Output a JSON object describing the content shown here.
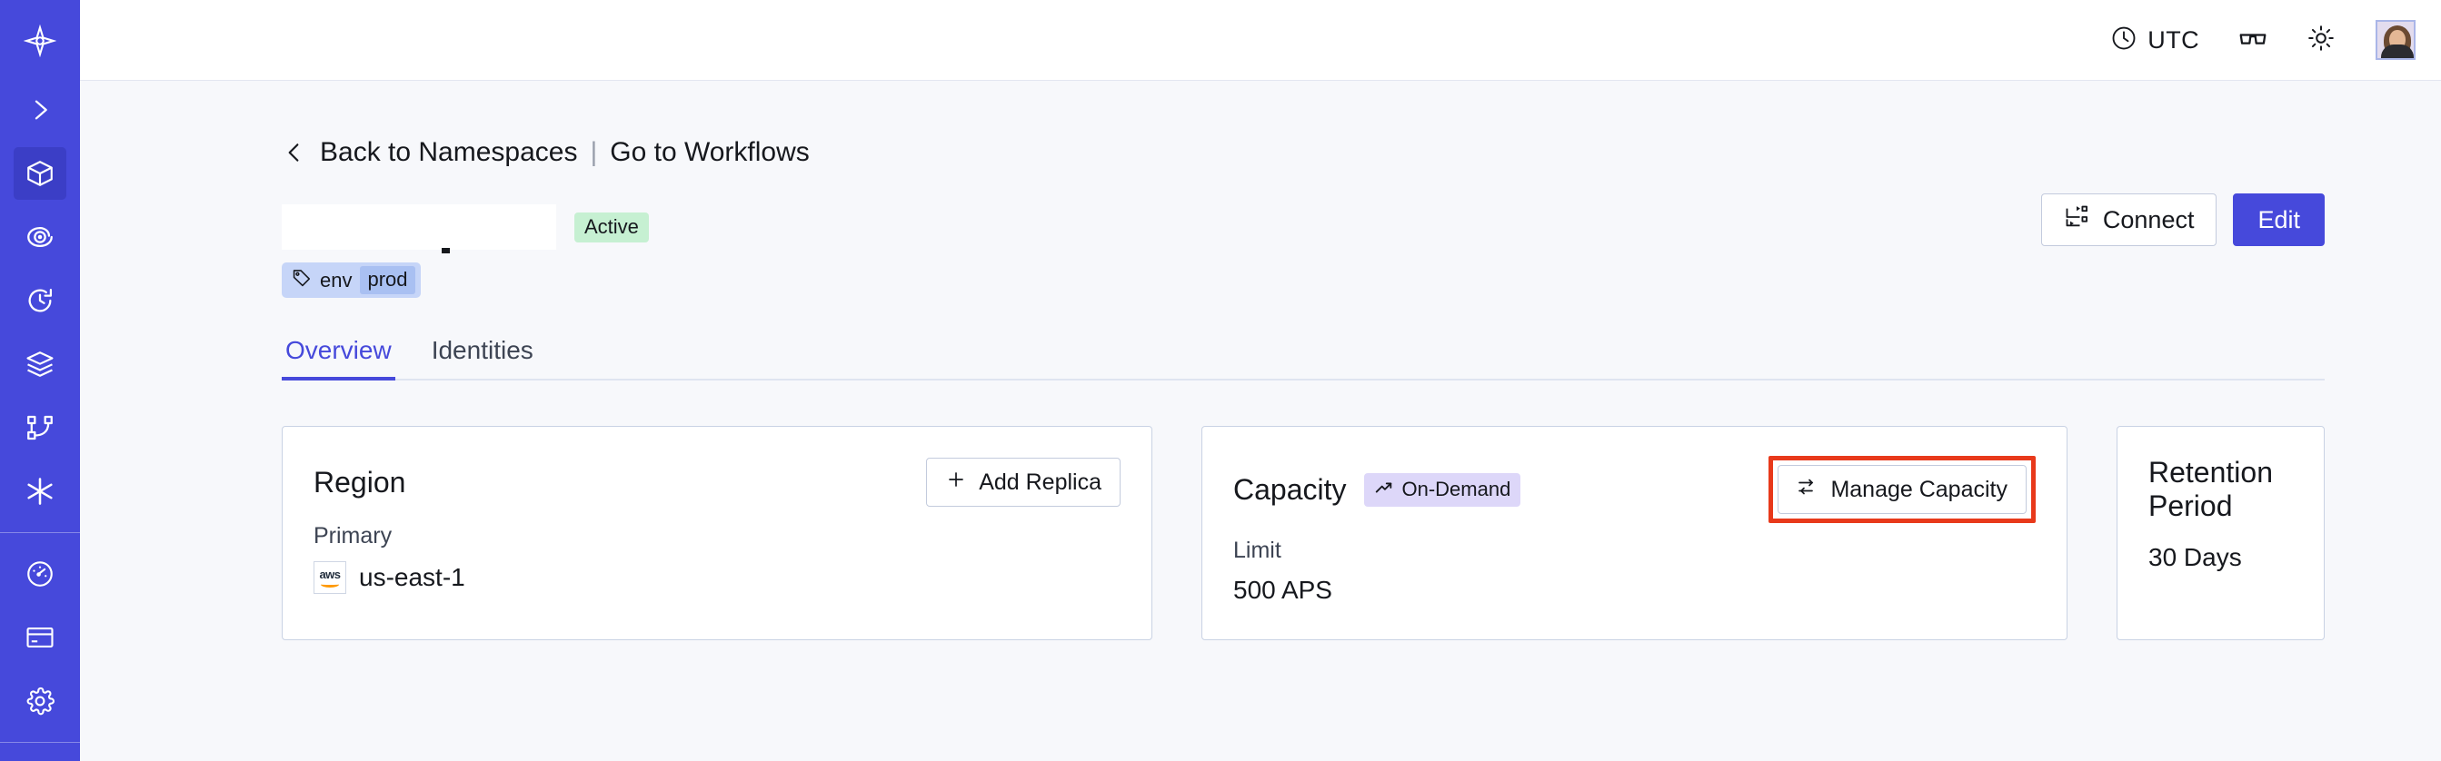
{
  "sidebar": {
    "items": [
      {
        "name": "logo",
        "icon": "temporal-logo-icon",
        "active": false
      },
      {
        "name": "expand",
        "icon": "chevron-right-icon",
        "active": false
      },
      {
        "name": "namespaces",
        "icon": "cube-icon",
        "active": true
      },
      {
        "name": "observability",
        "icon": "eye-spiral-icon",
        "active": false
      },
      {
        "name": "schedules",
        "icon": "clock-rotate-icon",
        "active": false
      },
      {
        "name": "batch",
        "icon": "layers-icon",
        "active": false
      },
      {
        "name": "workflows",
        "icon": "sitemap-icon",
        "active": false
      },
      {
        "name": "nexus",
        "icon": "asterisk-icon",
        "active": false
      },
      {
        "name": "usage",
        "icon": "gauge-icon",
        "active": false
      },
      {
        "name": "billing",
        "icon": "credit-card-icon",
        "active": false
      },
      {
        "name": "settings",
        "icon": "gear-icon",
        "active": false
      }
    ]
  },
  "topbar": {
    "timezone_label": "UTC",
    "timezone_icon": "clock-icon",
    "docs_icon": "glasses-icon",
    "theme_icon": "sun-icon",
    "avatar_icon": "user-avatar"
  },
  "breadcrumb": {
    "back_icon": "chevron-left-icon",
    "back_label": "Back to Namespaces",
    "separator": "|",
    "forward_label": "Go to Workflows"
  },
  "header": {
    "namespace_title": "",
    "status_badge": "Active",
    "tag": {
      "icon": "tag-icon",
      "key": "env",
      "value": "prod"
    },
    "connect_button": "Connect",
    "connect_icon": "connection-icon",
    "edit_button": "Edit"
  },
  "tabs": [
    {
      "label": "Overview",
      "active": true
    },
    {
      "label": "Identities",
      "active": false
    }
  ],
  "cards": {
    "region": {
      "title": "Region",
      "action_label": "Add Replica",
      "action_icon": "plus-icon",
      "sub_label": "Primary",
      "provider_icon": "aws-logo",
      "value": "us-east-1"
    },
    "capacity": {
      "title": "Capacity",
      "badge_label": "On-Demand",
      "badge_icon": "trending-up-icon",
      "action_label": "Manage Capacity",
      "action_icon": "sliders-icon",
      "sub_label": "Limit",
      "value": "500 APS",
      "highlighted": true
    },
    "retention": {
      "title": "Retention Period",
      "value": "30 Days"
    }
  },
  "colors": {
    "sidebar": "#4649db",
    "sidebar_active": "#3b3ec6",
    "accent": "#4649db",
    "background": "#f7f8fb",
    "status_active_bg": "#c6f0d2",
    "badge_ondemand_bg": "#ddd7f9",
    "tag_bg": "#c6d5f8",
    "tag_value_bg": "#a9c0f2",
    "highlight_outline": "#e8391b"
  }
}
